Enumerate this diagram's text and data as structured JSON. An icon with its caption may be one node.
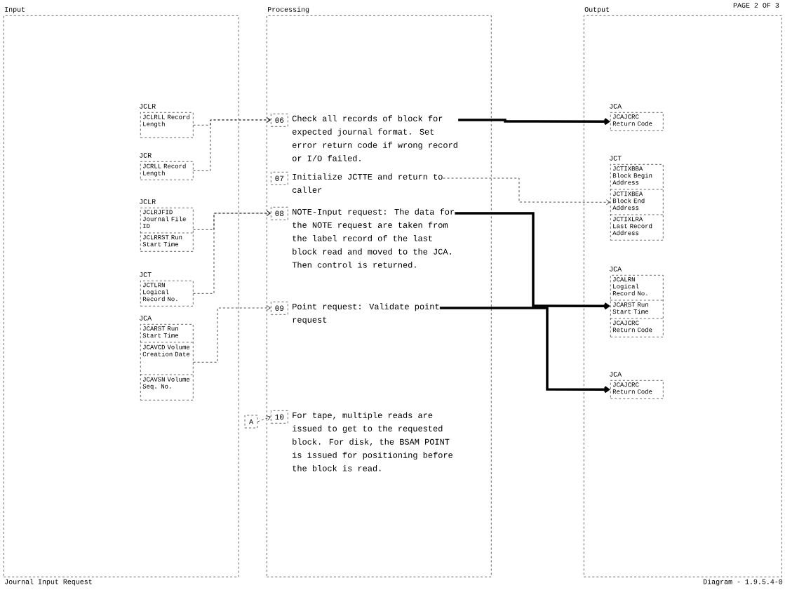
{
  "diagram": {
    "title": "Journal Input Request",
    "nodes": [
      {
        "text": [
          "Input"
        ]
      },
      {
        "text": [
          "Processing"
        ]
      },
      {
        "text": [
          "Output"
        ]
      },
      {
        "text": [
          "JCLR",
          "JCLRLL Record Length"
        ],
        "in": 0
      },
      {
        "text": [
          "JCR",
          "JCRLL Record Length"
        ],
        "in": 0
      },
      {
        "text": [
          "JCLR",
          "JCLRJFID Journal File ID",
          "JCLRRST Run Start Time"
        ],
        "in": 0
      },
      {
        "text": [
          "JCT",
          "JCTLRN Logical Record No."
        ],
        "in": 0
      },
      {
        "text": [
          "JCA",
          "JCARST Run Start Time",
          "JCAVCD Volume Creation Date",
          "JCAVSN Volume Seq. No."
        ],
        "in": 0
      },
      {
        "text": [
          "A"
        ]
      },
      {
        "text": [
          "06",
          "Check all records of block for expected journal format. Set error return code if wrong record or I/O failed."
        ],
        "in": 1
      },
      {
        "text": [
          "07",
          "Initialize JCTTE and return to caller"
        ],
        "in": 1
      },
      {
        "text": [
          "08",
          "NOTE-Input request: The data for the NOTE request are taken from the label record of the last block read and moved to the JCA. Then control is returned."
        ],
        "in": 1
      },
      {
        "text": [
          "09",
          "Point request: Validate point request"
        ],
        "in": 1
      },
      {
        "text": [
          "10",
          "For tape, multiple reads are issued to get to the requested block. For disk, the BSAM POINT is issued for positioning before the block is read."
        ],
        "in": 1
      },
      {
        "text": [
          "JCA",
          "JCAJCRC Return Code"
        ],
        "in": 2
      },
      {
        "text": [
          "JCT",
          "JCTIXBBA Block Begin Address",
          "JCTIXBEA Block End Address",
          "JCTIXLRA Last Record Address"
        ],
        "in": 2
      },
      {
        "text": [
          "JCA",
          "JCALRN Logical Record No.",
          "JCARST Run Start Time",
          "JCAJCRC Return Code"
        ],
        "in": 2
      },
      {
        "text": [
          "JCA",
          "JCAJCRC Return Code"
        ],
        "in": 2
      }
    ],
    "edges": [
      {
        "from": 3,
        "to": 9,
        "arrow": "to",
        "style": "dashed"
      },
      {
        "from": 4,
        "to": 9,
        "arrow": "to",
        "style": "dashed"
      },
      {
        "from": 5,
        "to": 11,
        "arrow": "to",
        "style": "dashed"
      },
      {
        "from": 6,
        "to": 11,
        "arrow": "to",
        "style": "dashed"
      },
      {
        "from": 7,
        "to": 12,
        "arrow": "to",
        "style": "dashed"
      },
      {
        "from": 8,
        "to": 13,
        "arrow": "to",
        "style": "dashed"
      },
      {
        "from": 9,
        "to": 14,
        "arrow": "to",
        "style": "thick"
      },
      {
        "from": 10,
        "to": 15,
        "arrow": "to",
        "style": "dashed"
      },
      {
        "from": 11,
        "to": 16,
        "arrow": "to",
        "style": "thick"
      },
      {
        "from": 12,
        "to": 17,
        "arrow": "to",
        "style": "thick"
      }
    ],
    "labels": [
      "PAGE 2 OF 3",
      "Diagram - 1.9.5.4-0"
    ]
  }
}
